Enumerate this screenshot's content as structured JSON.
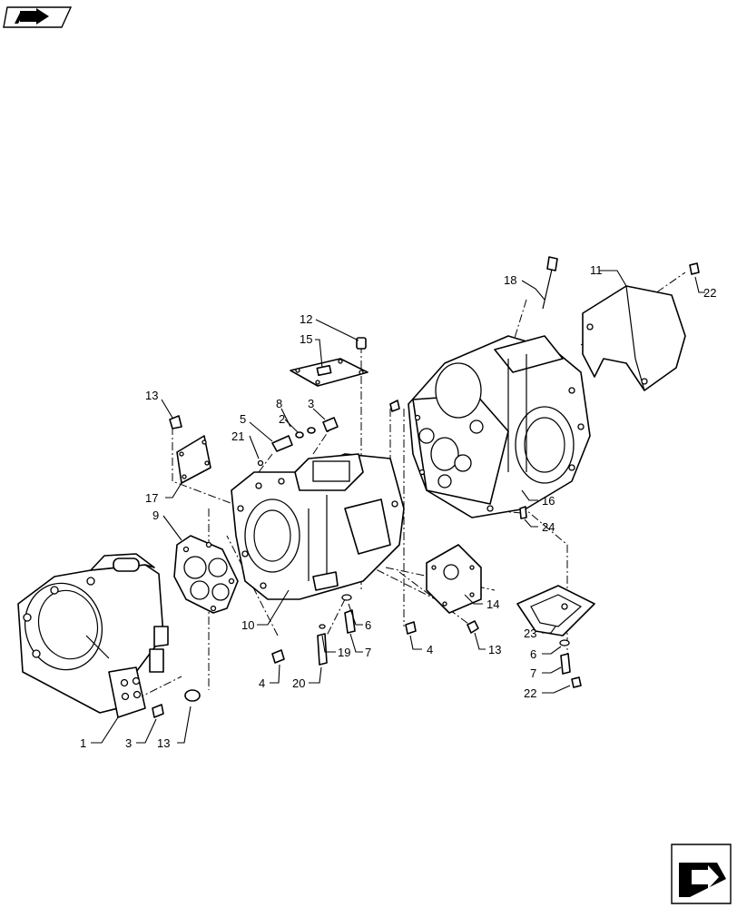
{
  "top_icon": "book-arrow-icon",
  "bottom_icon": "next-page-arrow-icon",
  "callouts": {
    "c1": "1",
    "c2": "2",
    "c3a": "3",
    "c3b": "3",
    "c4a": "4",
    "c4b": "4",
    "c5": "5",
    "c6a": "6",
    "c6b": "6",
    "c7a": "7",
    "c7b": "7",
    "c8": "8",
    "c9": "9",
    "c10": "10",
    "c11": "11",
    "c12": "12",
    "c13a": "13",
    "c13b": "13",
    "c13c": "13",
    "c14": "14",
    "c15": "15",
    "c16": "16",
    "c17": "17",
    "c18": "18",
    "c19": "19",
    "c20": "20",
    "c21": "21",
    "c22a": "22",
    "c22b": "22",
    "c23": "23",
    "c24": "24"
  }
}
